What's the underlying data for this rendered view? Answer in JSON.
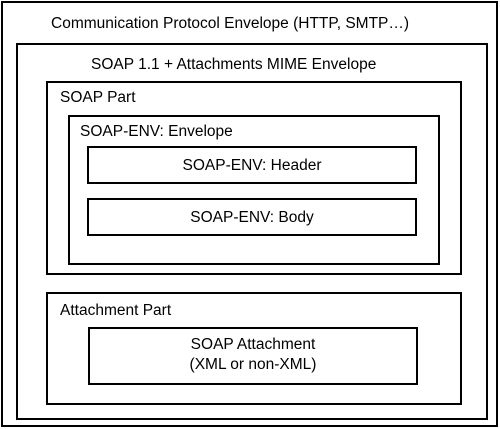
{
  "diagram": {
    "communication_envelope": {
      "label": "Communication Protocol Envelope (HTTP, SMTP…)"
    },
    "mime_envelope": {
      "label": "SOAP 1.1 + Attachments MIME Envelope"
    },
    "soap_part": {
      "label": "SOAP Part",
      "envelope": {
        "label": "SOAP-ENV: Envelope",
        "header_label": "SOAP-ENV: Header",
        "body_label": "SOAP-ENV: Body"
      }
    },
    "attachment_part": {
      "label": "Attachment Part",
      "attachment": {
        "title": "SOAP Attachment",
        "subtitle": "(XML or non-XML)"
      }
    }
  }
}
